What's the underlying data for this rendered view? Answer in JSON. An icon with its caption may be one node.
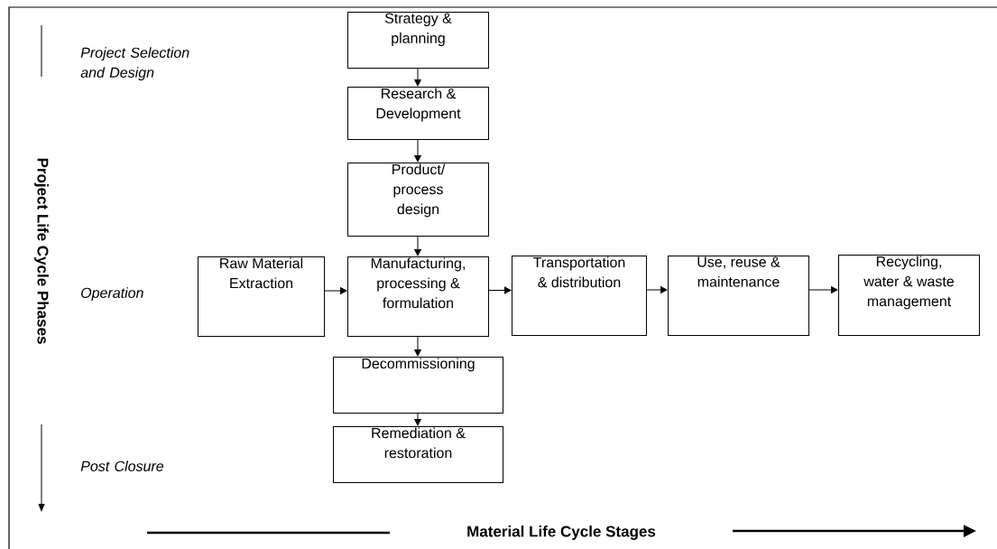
{
  "diagram": {
    "nodes": [
      {
        "text": [
          "Strategy & planning"
        ]
      },
      {
        "text": [
          "Research & Development"
        ]
      },
      {
        "text": [
          "Product/ process design"
        ]
      },
      {
        "text": [
          "Raw Material Extraction"
        ]
      },
      {
        "text": [
          "Manufacturing, processing & formulation"
        ]
      },
      {
        "text": [
          "Transportation & distribution"
        ]
      },
      {
        "text": [
          "Use, reuse & maintenance"
        ]
      },
      {
        "text": [
          "Recycling, water & waste management"
        ]
      },
      {
        "text": [
          "Decommissioning"
        ]
      },
      {
        "text": [
          "Remediation & restoration"
        ]
      }
    ],
    "edges": [
      {
        "from": 0,
        "to": 1,
        "arrow": "to"
      },
      {
        "from": 1,
        "to": 2,
        "arrow": "to"
      },
      {
        "from": 2,
        "to": 4,
        "arrow": "to"
      },
      {
        "from": 3,
        "to": 4,
        "arrow": "to"
      },
      {
        "from": 4,
        "to": 5,
        "arrow": "to"
      },
      {
        "from": 5,
        "to": 6,
        "arrow": "to"
      },
      {
        "from": 6,
        "to": 7,
        "arrow": "to"
      },
      {
        "from": 4,
        "to": 8,
        "arrow": "to"
      },
      {
        "from": 8,
        "to": 9,
        "arrow": "to"
      }
    ],
    "labels": [
      "Project Selection and Design",
      "Project Life Cycle Phases",
      "Operation",
      "Post Closure",
      "Material Life Cycle Stages"
    ]
  }
}
